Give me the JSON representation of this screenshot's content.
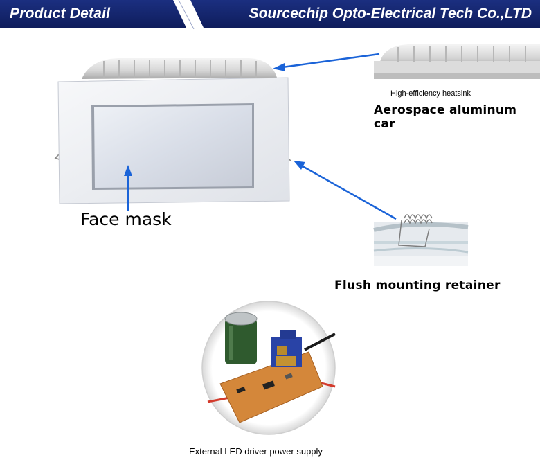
{
  "header": {
    "title": "Product Detail",
    "company": "Sourcechip Opto-Electrical Tech Co.,LTD",
    "color": "#16287a"
  },
  "labels": {
    "face_mask": "Face mask",
    "heatsink_small": "High-efficiency heatsink",
    "heatsink_main": "Aerospace aluminum car",
    "retainer": "Flush mounting retainer",
    "driver": "External LED driver power supply"
  },
  "colors": {
    "arrow": "#1a63d8"
  }
}
